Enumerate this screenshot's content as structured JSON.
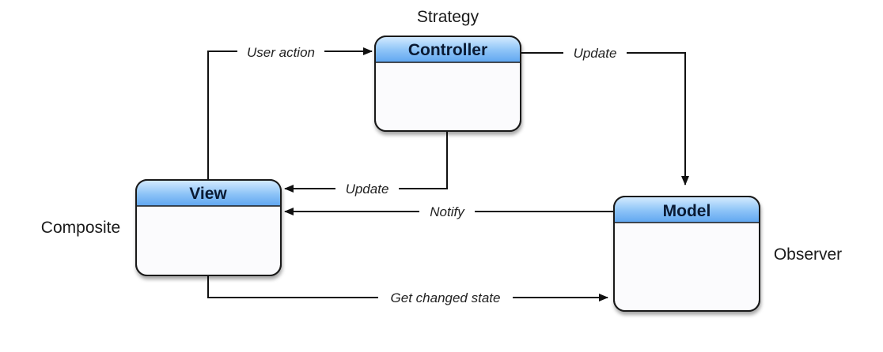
{
  "nodes": {
    "controller": {
      "title": "Controller",
      "role": "Strategy"
    },
    "view": {
      "title": "View",
      "role": "Composite"
    },
    "model": {
      "title": "Model",
      "role": "Observer"
    }
  },
  "edges": {
    "user_action": "User action",
    "controller_to_model": "Update",
    "controller_to_view": "Update",
    "notify": "Notify",
    "get_changed_state": "Get changed state"
  },
  "colors": {
    "header_top": "#d6ecff",
    "header_bottom": "#5fa6f0",
    "box_body": "#fbfbfd",
    "box_border": "#1a1a1a"
  }
}
